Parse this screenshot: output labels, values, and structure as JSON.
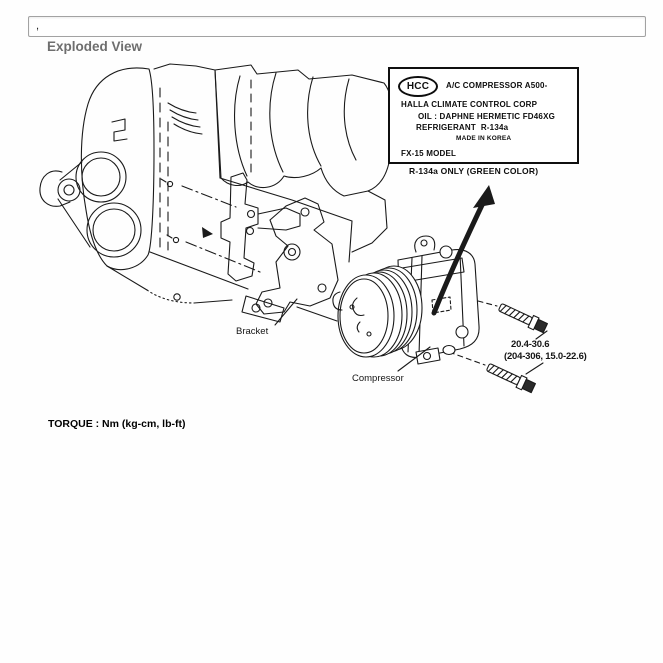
{
  "page": {
    "top_field_value": ",",
    "heading": "Exploded View"
  },
  "label_box": {
    "logo": "HCC",
    "line1": "A/C COMPRESSOR A500-",
    "line2": "HALLA CLIMATE CONTROL CORP",
    "line3": "OIL : DAPHNE HERMETIC FD46XG",
    "line4": "REFRIGERANT  R-134a",
    "line5": "MADE IN KOREA",
    "line6": "FX-15 MODEL",
    "caption": "R-134a ONLY (GREEN COLOR)"
  },
  "callouts": {
    "bracket": "Bracket",
    "compressor": "Compressor",
    "torque_value": "20.4-30.6",
    "torque_detail": "(204-306, 15.0-22.6)"
  },
  "footer": {
    "torque_note": "TORQUE : Nm (kg-cm, lb-ft)"
  },
  "colors": {
    "line_art": "#1a1a1a",
    "heading_text": "#6e6e6e",
    "field_border": "#a2a2a2",
    "bolt_head_fill": "#2a2a2a"
  }
}
